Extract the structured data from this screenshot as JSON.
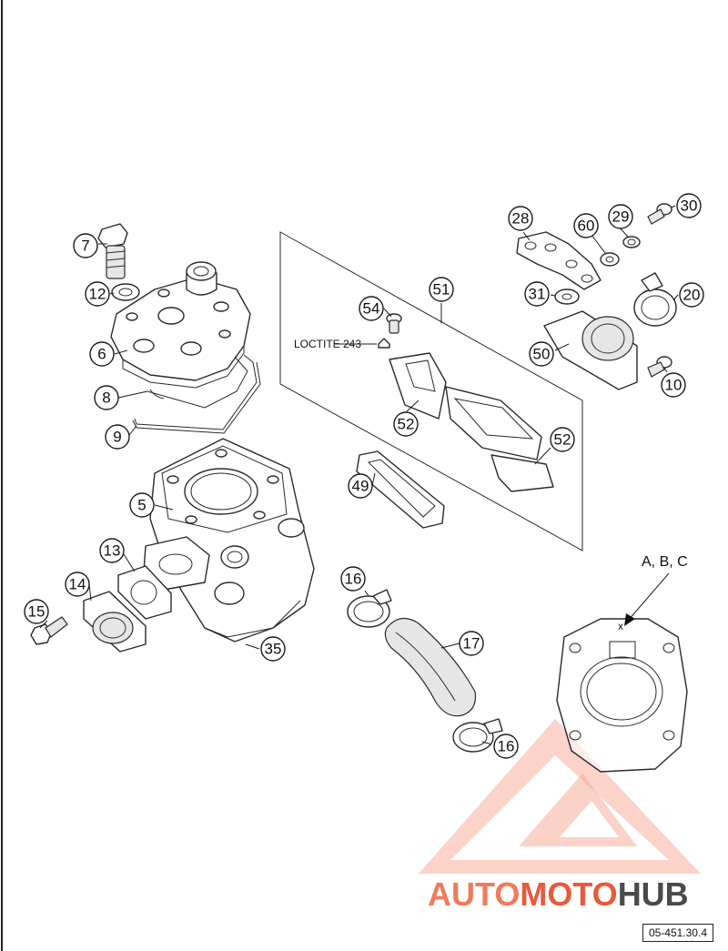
{
  "callouts": [
    "7",
    "12",
    "6",
    "8",
    "9",
    "5",
    "13",
    "14",
    "15",
    "35",
    "54",
    "51",
    "52",
    "52",
    "49",
    "16",
    "17",
    "16",
    "28",
    "60",
    "29",
    "30",
    "31",
    "20",
    "50",
    "10"
  ],
  "loctite_note": "LOCTITE 243",
  "reference_label": "A, B, C",
  "reference_mark": "x",
  "watermark": {
    "part1": "AUTO",
    "part2": "MOTO",
    "part3": "HUB",
    "color_red": "#f07b5c",
    "color_dark": "#4a4a4a"
  },
  "drawing_code": "05-451.30.4"
}
